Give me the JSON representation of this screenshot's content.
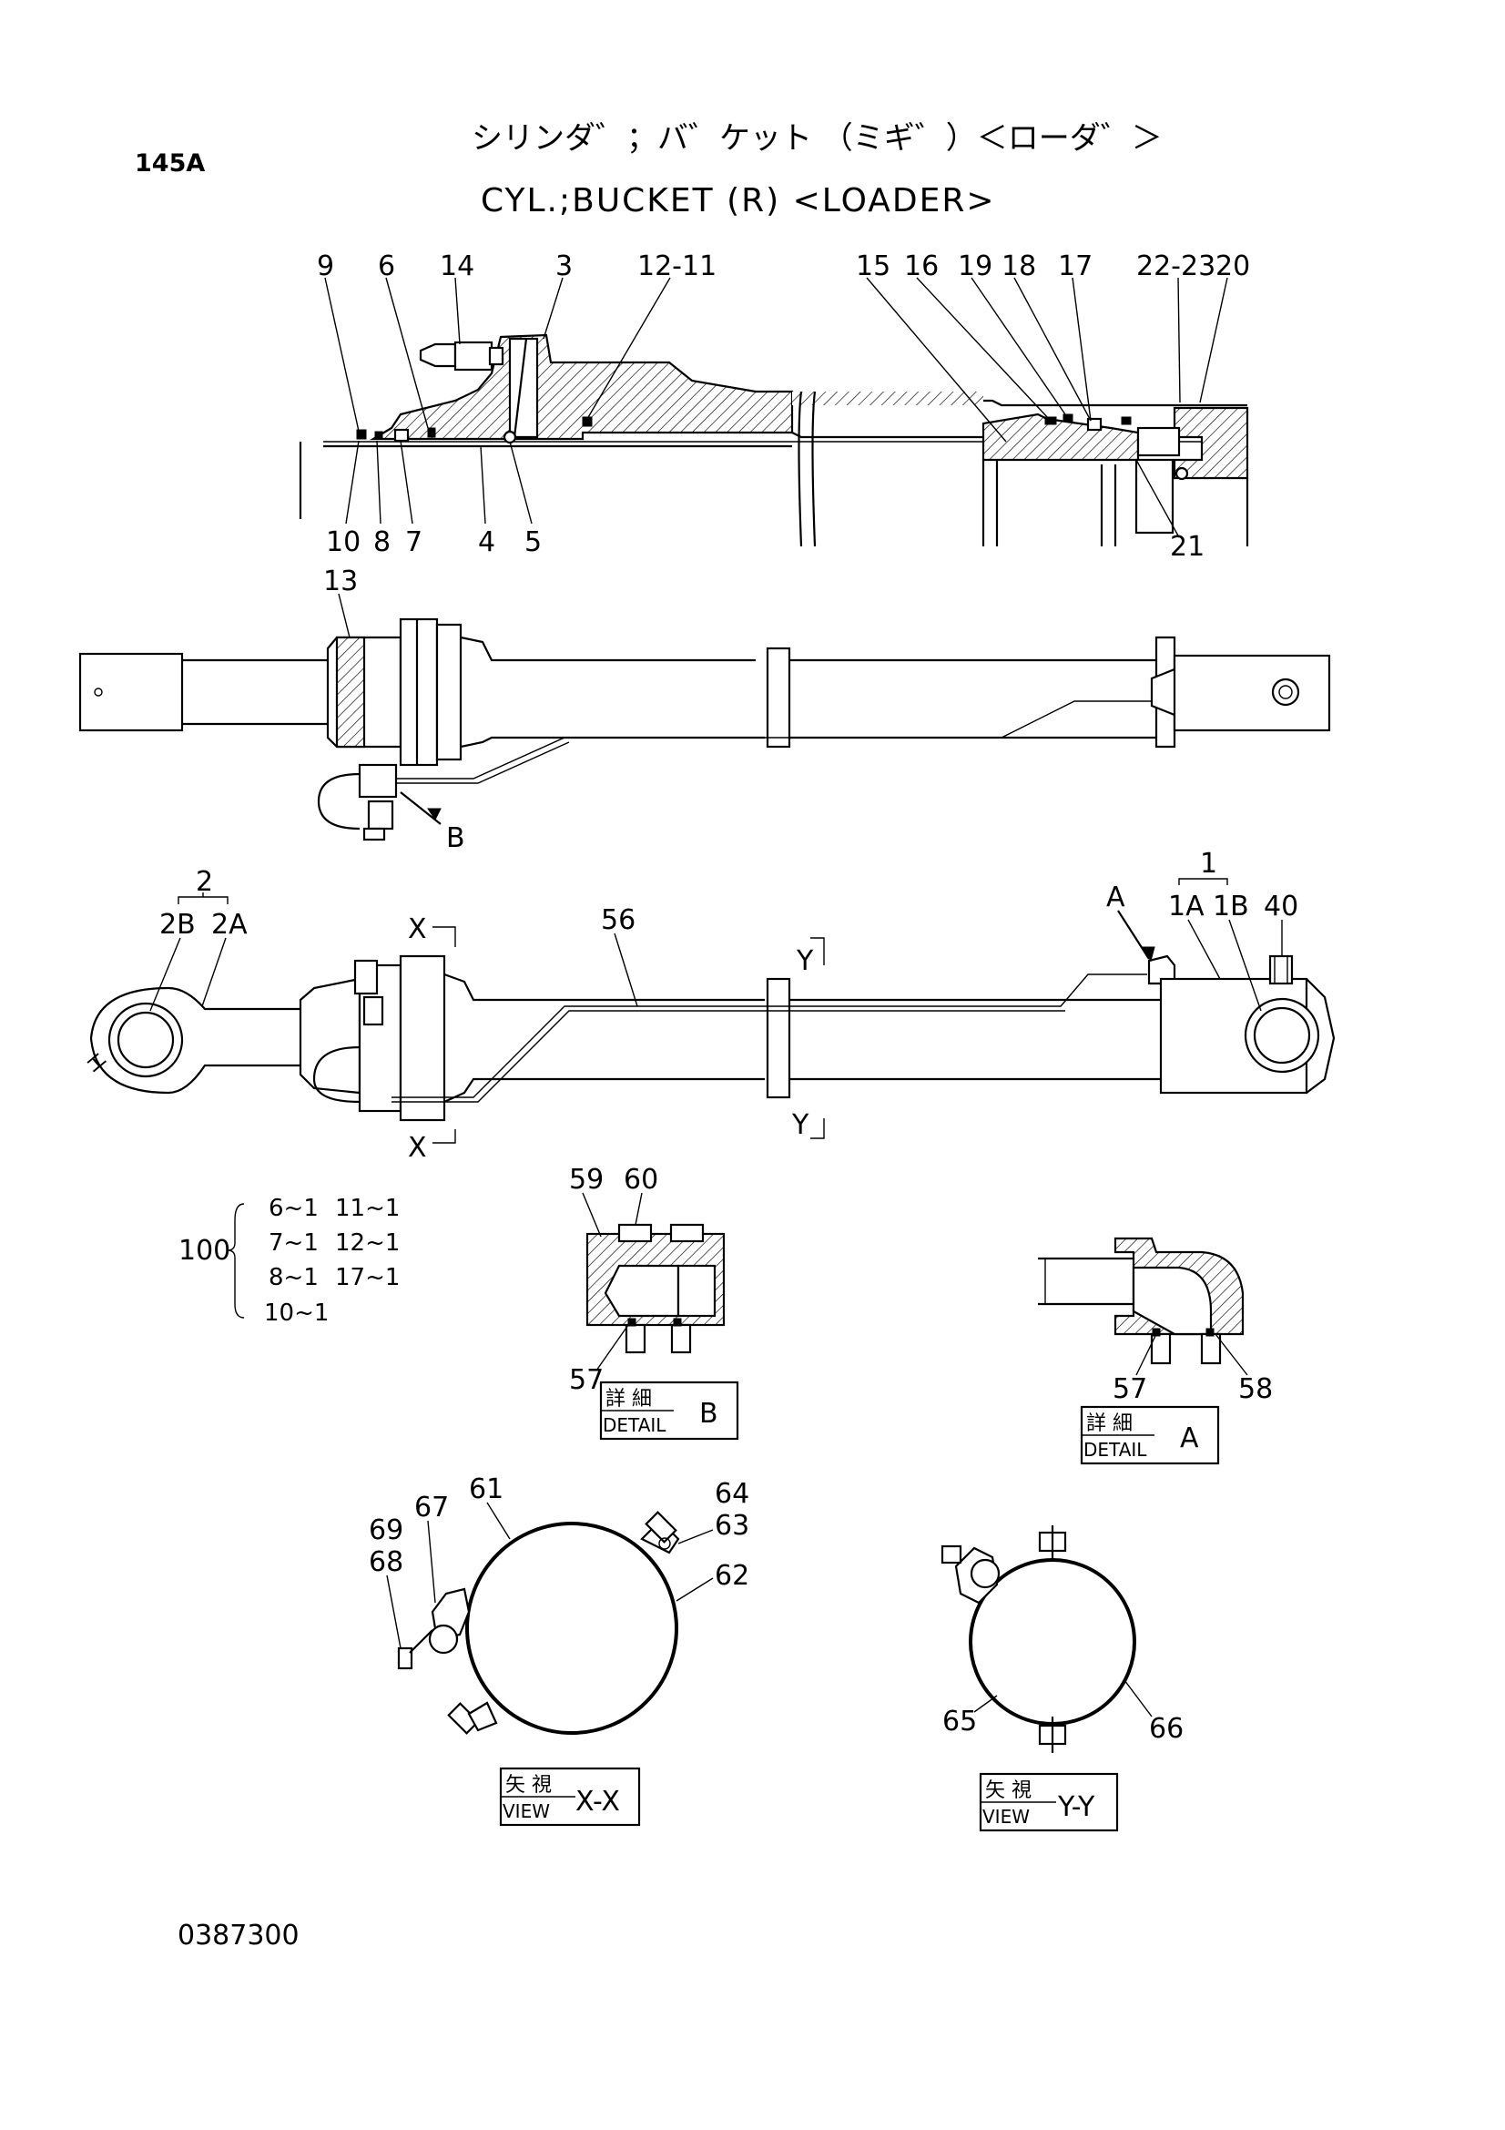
{
  "header": {
    "model_code": "145A",
    "title_jp": "シリンダ゛；バ゛ケット （ミギ゛）＜ローダ゛＞",
    "title_en": "CYL.;BUCKET (R) <LOADER>"
  },
  "section_view": {
    "top_callouts": [
      "9",
      "6",
      "14",
      "3",
      "12-11",
      "15",
      "16",
      "19",
      "18",
      "17",
      "22-23",
      "20"
    ],
    "bottom_callouts": [
      "10",
      "8",
      "7",
      "4",
      "5",
      "21"
    ]
  },
  "top_view": {
    "callouts": [
      "13",
      "B"
    ]
  },
  "side_view": {
    "callouts": [
      "2",
      "2B",
      "2A",
      "56",
      "A",
      "1",
      "1A",
      "1B",
      "40"
    ],
    "section_marks": [
      "X",
      "X",
      "Y",
      "Y"
    ]
  },
  "kit": {
    "number": "100",
    "items": [
      "6~1",
      "11~1",
      "7~1",
      "12~1",
      "8~1",
      "17~1",
      "10~1"
    ]
  },
  "detail_b": {
    "callouts": [
      "59",
      "60",
      "57"
    ],
    "box_jp": "詳 細",
    "box_en": "DETAIL",
    "box_letter": "B"
  },
  "detail_a": {
    "callouts": [
      "57",
      "58"
    ],
    "box_jp": "詳 細",
    "box_en": "DETAIL",
    "box_letter": "A"
  },
  "view_xx": {
    "callouts": [
      "61",
      "64",
      "63",
      "62",
      "67",
      "69",
      "68"
    ],
    "box_jp": "矢 視",
    "box_en": "VIEW",
    "box_letter": "X-X"
  },
  "view_yy": {
    "callouts": [
      "65",
      "66"
    ],
    "box_jp": "矢 視",
    "box_en": "VIEW",
    "box_letter": "Y-Y"
  },
  "footer": {
    "drawing_number": "0387300"
  }
}
